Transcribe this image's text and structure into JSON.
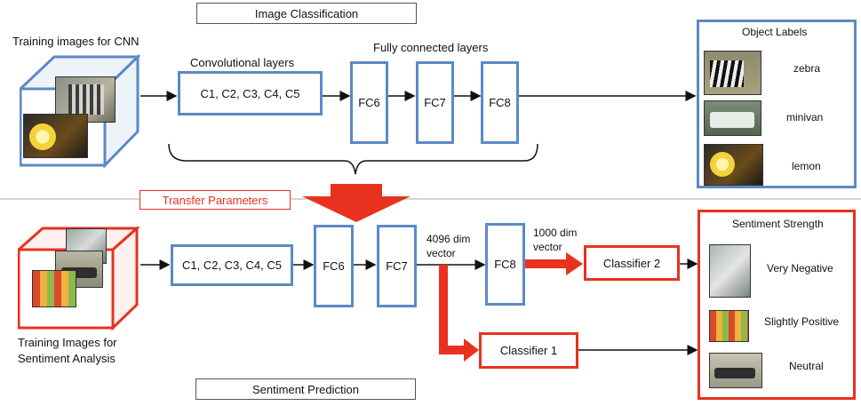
{
  "top": {
    "title": "Image Classification",
    "training_label": "Training images for CNN",
    "conv_heading": "Convolutional layers",
    "fc_heading": "Fully connected layers",
    "conv_box": "C1, C2, C3, C4, C5",
    "fc6": "FC6",
    "fc7": "FC7",
    "fc8": "FC8",
    "output_title": "Object Labels",
    "outputs": [
      "zebra",
      "minivan",
      "lemon"
    ]
  },
  "transfer_label": "Transfer Parameters",
  "bottom": {
    "title": "Sentiment Prediction",
    "training_label_line1": "Training Images for",
    "training_label_line2": "Sentiment Analysis",
    "conv_box": "C1, C2, C3, C4, C5",
    "fc6": "FC6",
    "fc7": "FC7",
    "fc8": "FC8",
    "dim4096_line1": "4096 dim",
    "dim4096_line2": "vector",
    "dim1000_line1": "1000 dim",
    "dim1000_line2": "vector",
    "classifier2": "Classifier 2",
    "classifier1": "Classifier 1",
    "output_title": "Sentiment Strength",
    "outputs": [
      "Very Negative",
      "Slightly Positive",
      "Neutral"
    ]
  },
  "colors": {
    "blue": "#5b8ac5",
    "red": "#e8321f",
    "divider": "#c9c9c9"
  }
}
